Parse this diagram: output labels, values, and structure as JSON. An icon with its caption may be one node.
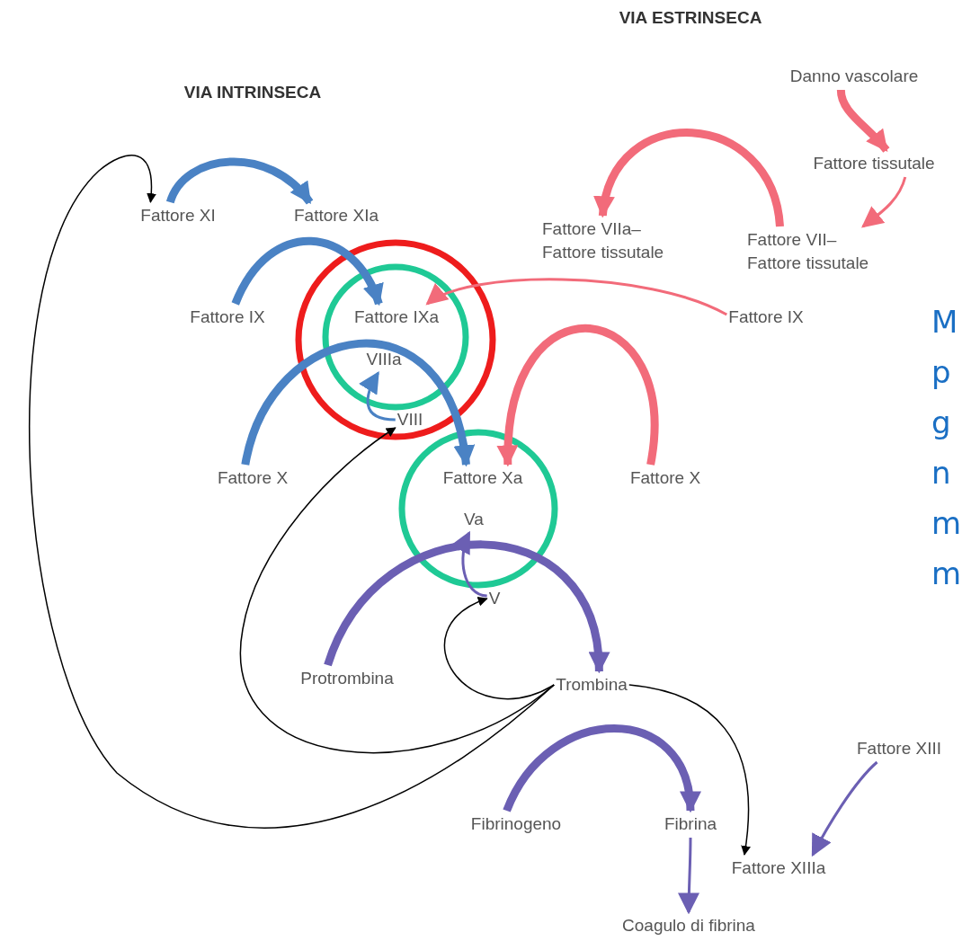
{
  "diagram": {
    "nodes": [
      {
        "text": [
          "Danno vascolare"
        ]
      },
      {
        "text": [
          "Fattore tissutale"
        ]
      },
      {
        "text": [
          "Fattore VIIa– Fattore tissutale"
        ]
      },
      {
        "text": [
          "Fattore VII– Fattore tissutale"
        ]
      },
      {
        "text": [
          "Fattore IX"
        ]
      },
      {
        "text": [
          "Fattore XI"
        ]
      },
      {
        "text": [
          "Fattore XIa"
        ]
      },
      {
        "text": [
          "Fattore IX"
        ]
      },
      {
        "text": [
          "Fattore IXa"
        ]
      },
      {
        "text": [
          "VIIIa"
        ]
      },
      {
        "text": [
          "VIII"
        ]
      },
      {
        "text": [
          "Fattore X"
        ]
      },
      {
        "text": [
          "Fattore Xa"
        ]
      },
      {
        "text": [
          "Fattore X"
        ]
      },
      {
        "text": [
          "Va"
        ]
      },
      {
        "text": [
          "V"
        ]
      },
      {
        "text": [
          "Protrombina"
        ]
      },
      {
        "text": [
          "Trombina"
        ]
      },
      {
        "text": [
          "Fattore XIII"
        ]
      },
      {
        "text": [
          "Fibrinogeno"
        ]
      },
      {
        "text": [
          "Fibrina"
        ]
      },
      {
        "text": [
          "Fattore XIIIa"
        ]
      },
      {
        "text": [
          "Coagulo di fibrina"
        ]
      }
    ],
    "edges": [
      {
        "from": 0,
        "to": 1,
        "arrow": "to",
        "style": "thick",
        "color": "#f26b7a"
      },
      {
        "from": 1,
        "to": 3,
        "arrow": "to",
        "color": "#f26b7a"
      },
      {
        "from": 3,
        "to": 2,
        "arrow": "to",
        "style": "thick",
        "color": "#f26b7a"
      },
      {
        "from": 4,
        "to": 8,
        "arrow": "to",
        "color": "#f26b7a"
      },
      {
        "from": 13,
        "to": 12,
        "arrow": "to",
        "style": "thick",
        "color": "#f26b7a"
      },
      {
        "from": 5,
        "to": 6,
        "arrow": "to",
        "style": "thick",
        "color": "#4a82c4"
      },
      {
        "from": 7,
        "to": 8,
        "arrow": "to",
        "style": "thick",
        "color": "#4a82c4"
      },
      {
        "from": 11,
        "to": 12,
        "arrow": "to",
        "style": "thick",
        "color": "#4a82c4"
      },
      {
        "from": 10,
        "to": 9,
        "arrow": "to",
        "color": "#4a82c4"
      },
      {
        "from": 16,
        "to": 17,
        "arrow": "to",
        "style": "thick",
        "color": "#6b5fb3"
      },
      {
        "from": 15,
        "to": 14,
        "arrow": "to",
        "color": "#6b5fb3"
      },
      {
        "from": 19,
        "to": 20,
        "arrow": "to",
        "style": "thick",
        "color": "#6b5fb3"
      },
      {
        "from": 20,
        "to": 22,
        "arrow": "to",
        "color": "#6b5fb3"
      },
      {
        "from": 18,
        "to": 21,
        "arrow": "to",
        "color": "#6b5fb3"
      },
      {
        "from": 17,
        "to": 5,
        "arrow": "to",
        "color": "#000000"
      },
      {
        "from": 17,
        "to": 10,
        "arrow": "to",
        "color": "#000000"
      },
      {
        "from": 17,
        "to": 15,
        "arrow": "to",
        "color": "#000000"
      },
      {
        "from": 17,
        "to": 21,
        "arrow": "to",
        "color": "#000000"
      }
    ],
    "labels": [
      "VIA ESTRINSECA",
      "VIA INTRINSECA",
      "M p g n m m"
    ]
  }
}
